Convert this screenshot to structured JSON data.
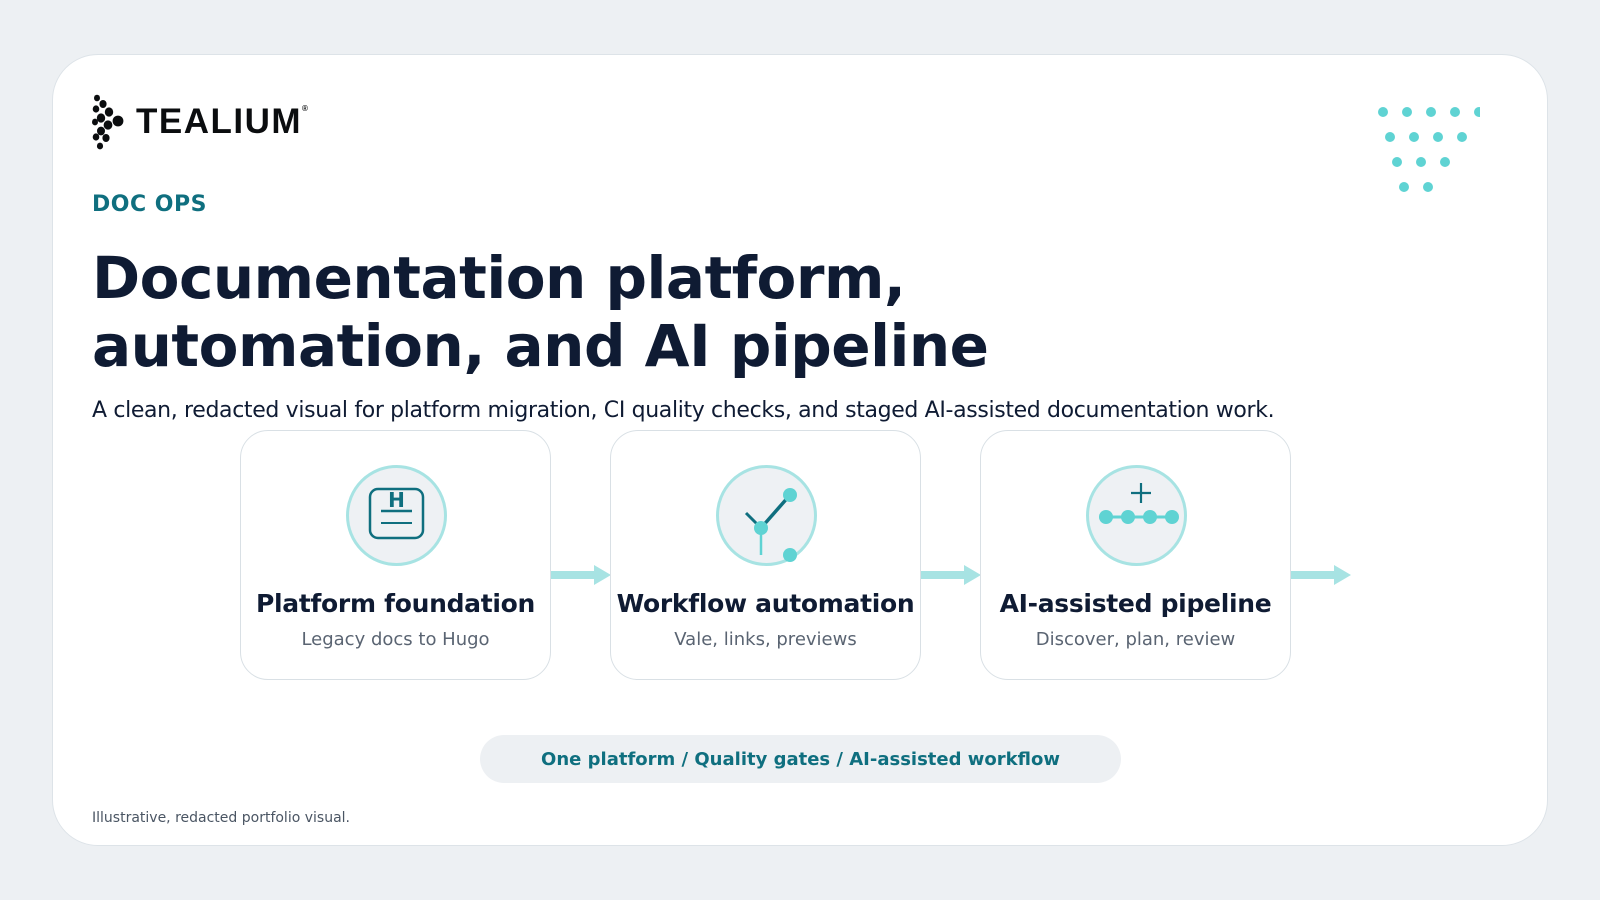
{
  "brand": {
    "name": "TEALIUM",
    "registered_mark": "®"
  },
  "colors": {
    "accent": "#0f6f7f",
    "teal_light": "#5fd3d3",
    "heading": "#0f1b33",
    "muted": "#5a6472"
  },
  "header": {
    "eyebrow": "DOC OPS",
    "title": "Documentation platform, automation, and AI pipeline",
    "subtitle": "A clean, redacted visual for platform migration, CI quality checks, and staged AI-assisted documentation work."
  },
  "steps": [
    {
      "title": "Platform foundation",
      "subtitle": "Legacy docs to Hugo",
      "icon": "hugo-document-icon",
      "icon_letter": "H"
    },
    {
      "title": "Workflow automation",
      "subtitle": "Vale, links, previews",
      "icon": "checkmark-branch-icon"
    },
    {
      "title": "AI-assisted pipeline",
      "subtitle": "Discover, plan, review",
      "icon": "connected-nodes-plus-icon"
    }
  ],
  "tagline": "One platform / Quality gates / AI-assisted workflow",
  "footnote": "Illustrative, redacted portfolio visual."
}
